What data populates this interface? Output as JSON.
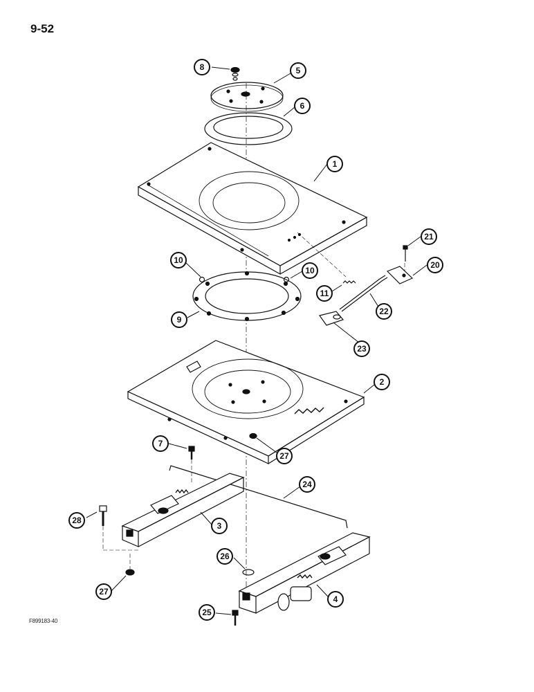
{
  "page": {
    "number": "9-52",
    "figure_code": "F899183-40"
  },
  "callouts": [
    {
      "id": "c8",
      "label": "8"
    },
    {
      "id": "c5",
      "label": "5"
    },
    {
      "id": "c6",
      "label": "6"
    },
    {
      "id": "c1",
      "label": "1"
    },
    {
      "id": "c21",
      "label": "21"
    },
    {
      "id": "c20",
      "label": "20"
    },
    {
      "id": "c10a",
      "label": "10"
    },
    {
      "id": "c10b",
      "label": "10"
    },
    {
      "id": "c11",
      "label": "11"
    },
    {
      "id": "c22",
      "label": "22"
    },
    {
      "id": "c9",
      "label": "9"
    },
    {
      "id": "c23",
      "label": "23"
    },
    {
      "id": "c2",
      "label": "2"
    },
    {
      "id": "c7",
      "label": "7"
    },
    {
      "id": "c27a",
      "label": "27"
    },
    {
      "id": "c24",
      "label": "24"
    },
    {
      "id": "c28",
      "label": "28"
    },
    {
      "id": "c3",
      "label": "3"
    },
    {
      "id": "c26",
      "label": "26"
    },
    {
      "id": "c27b",
      "label": "27"
    },
    {
      "id": "c4",
      "label": "4"
    },
    {
      "id": "c25",
      "label": "25"
    }
  ]
}
